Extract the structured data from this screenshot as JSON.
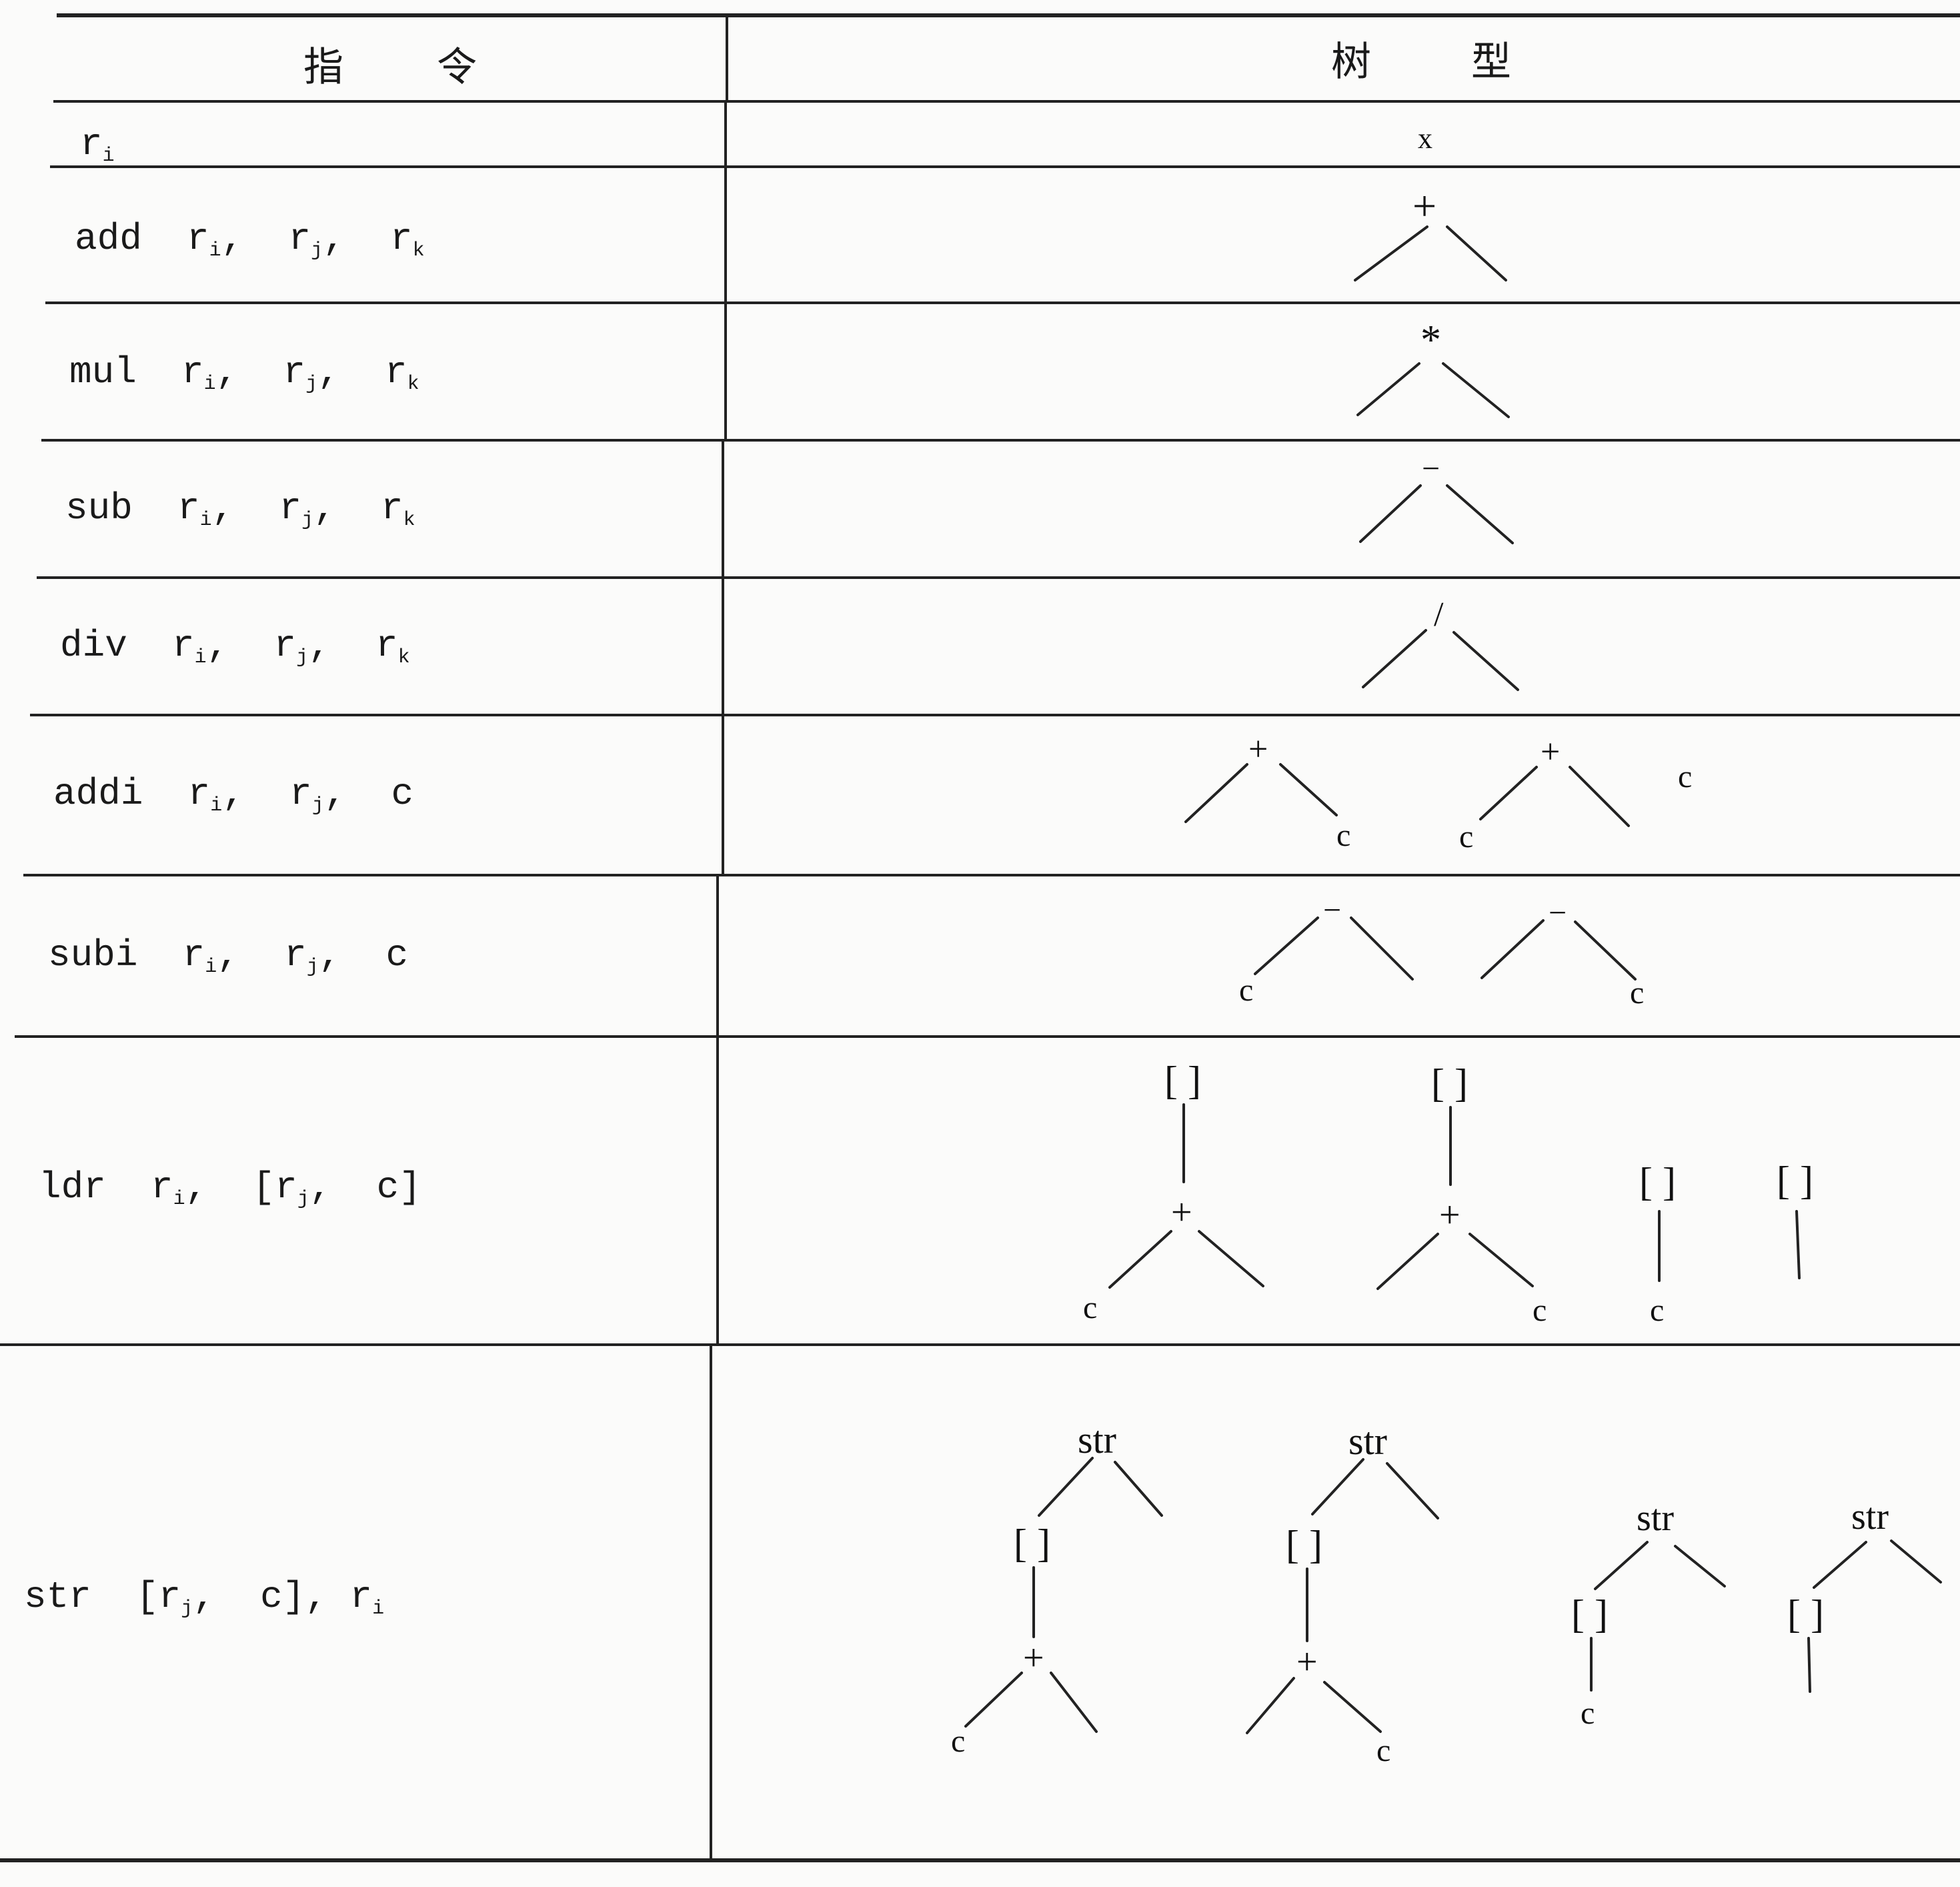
{
  "headers": {
    "instruction_a": "指",
    "instruction_b": "令",
    "tree_a": "树",
    "tree_b": "型"
  },
  "instructions": [
    {
      "op": "r",
      "args": []
    },
    {
      "op": "add",
      "args": [
        "r",
        "r",
        "r"
      ]
    },
    {
      "op": "mul",
      "args": [
        "r",
        "r",
        "r"
      ]
    },
    {
      "op": "sub",
      "args": [
        "r",
        "r",
        "r"
      ]
    },
    {
      "op": "div",
      "args": [
        "r",
        "r",
        "r"
      ]
    },
    {
      "op": "addi",
      "args": [
        "r",
        "r",
        "c"
      ]
    },
    {
      "op": "subi",
      "args": [
        "r",
        "r",
        "c"
      ]
    },
    {
      "op": "ldr",
      "args": [
        "r",
        "[r",
        "c]"
      ]
    },
    {
      "op": "str",
      "args": [
        "[r",
        "c],",
        "r"
      ]
    }
  ],
  "subscripts": {
    "i": "i",
    "j": "j",
    "k": "k"
  },
  "punct": {
    "comma": ","
  },
  "tree_labels": {
    "leaf_x": "x",
    "plus": "+",
    "times": "*",
    "minus": "−",
    "slash": "/",
    "const": "c",
    "mem": "[ ]",
    "store": "str"
  }
}
